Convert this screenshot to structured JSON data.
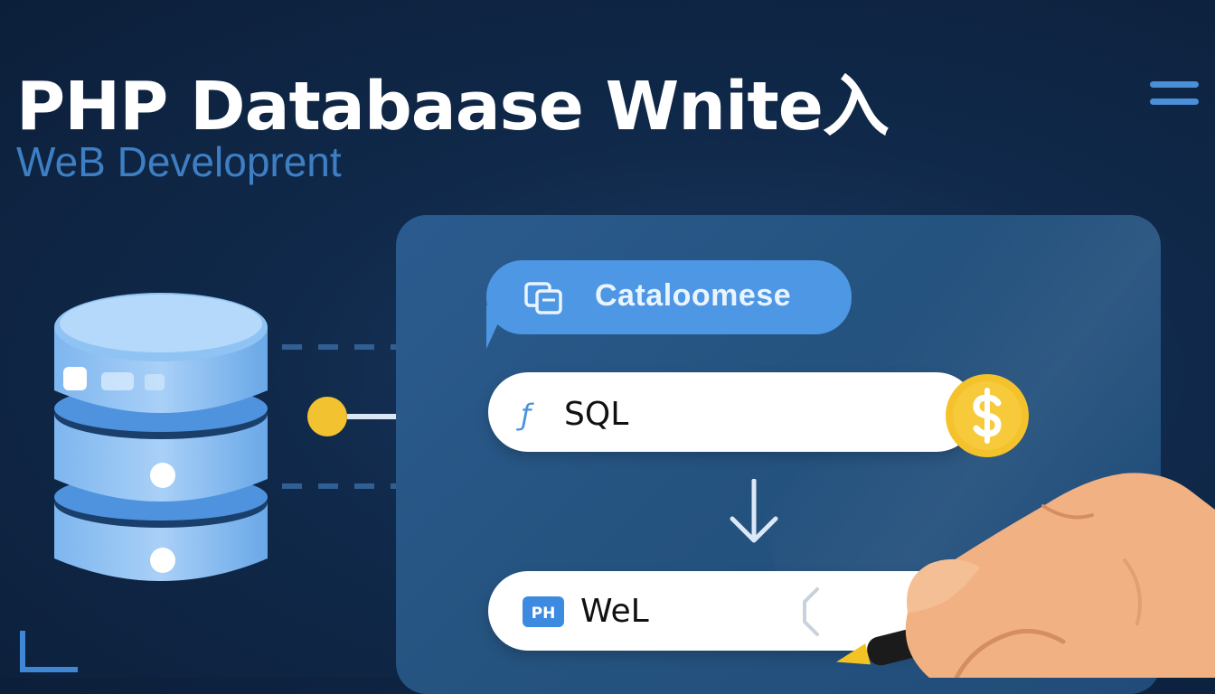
{
  "header": {
    "title": "PHP Databaase Wnite入",
    "subtitle": "WeB Developrent",
    "menu_icon": "hamburger-menu-icon"
  },
  "illustration": {
    "database_icon": "database-icon",
    "flow_arrow_icon": "arrow-right-icon",
    "bubble": {
      "label": "Cataloomese",
      "icon": "copy-window-icon"
    },
    "sql_row": {
      "label": "SQL",
      "glyph": "ƒ",
      "badge_icon": "dollar-coin-icon"
    },
    "down_arrow_icon": "arrow-down-icon",
    "output_row": {
      "label": "WeL",
      "icon_text": "PH",
      "icon": "php-file-icon"
    },
    "hand_icon": "hand-with-pen-icon"
  },
  "colors": {
    "background": "#10294a",
    "accent_blue": "#4e97e4",
    "subtitle_blue": "#3e7fc4",
    "coin_yellow": "#f4c22b",
    "pen_tip": "#f3c324"
  }
}
